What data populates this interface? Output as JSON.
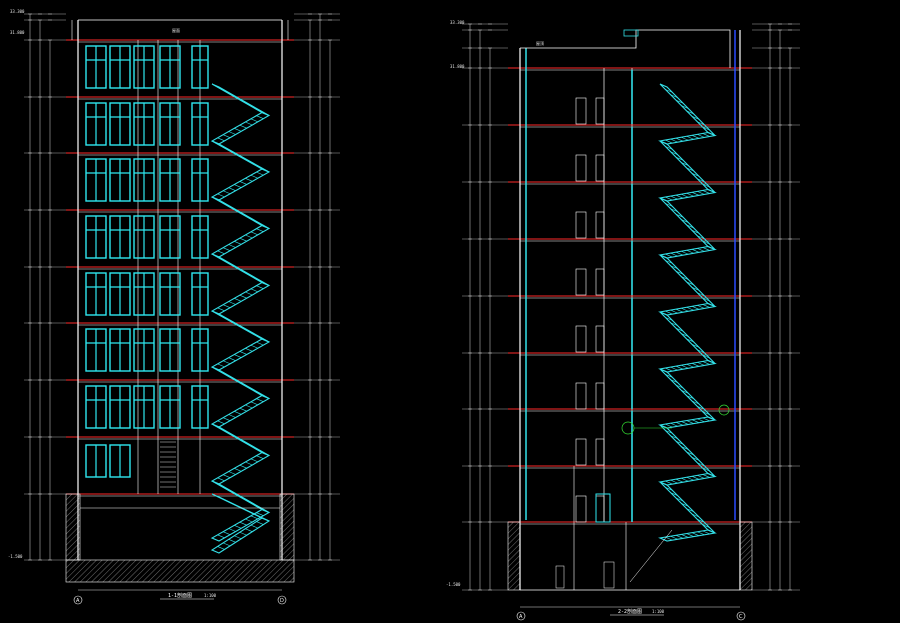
{
  "app": {
    "background": "#000000"
  },
  "colors": {
    "floor_line": "#ff2a2a",
    "stair": "#33e0e8",
    "window": "#2fe8f0",
    "wall": "#ffffff",
    "dimension": "#d8d8d8",
    "blue_wall": "#2b4cff",
    "tag": "#33dd33"
  },
  "section_1": {
    "caption": "1-1剖面图",
    "scale": "1:100",
    "axes": [
      "A",
      "D"
    ],
    "floors": 8,
    "top_elev": "31.800",
    "parapet_elev": "33.300",
    "base_elev": "-1.500"
  },
  "section_2": {
    "caption": "2-2剖面图",
    "scale": "1:100",
    "axes": [
      "A",
      "C"
    ],
    "floors": 8,
    "top_elev": "31.800",
    "parapet_elev": "33.300",
    "base_elev": "-1.500"
  },
  "icons": [
    "stair-flight-icon",
    "window-icon",
    "axis-bubble-icon",
    "elevation-marker-icon"
  ]
}
